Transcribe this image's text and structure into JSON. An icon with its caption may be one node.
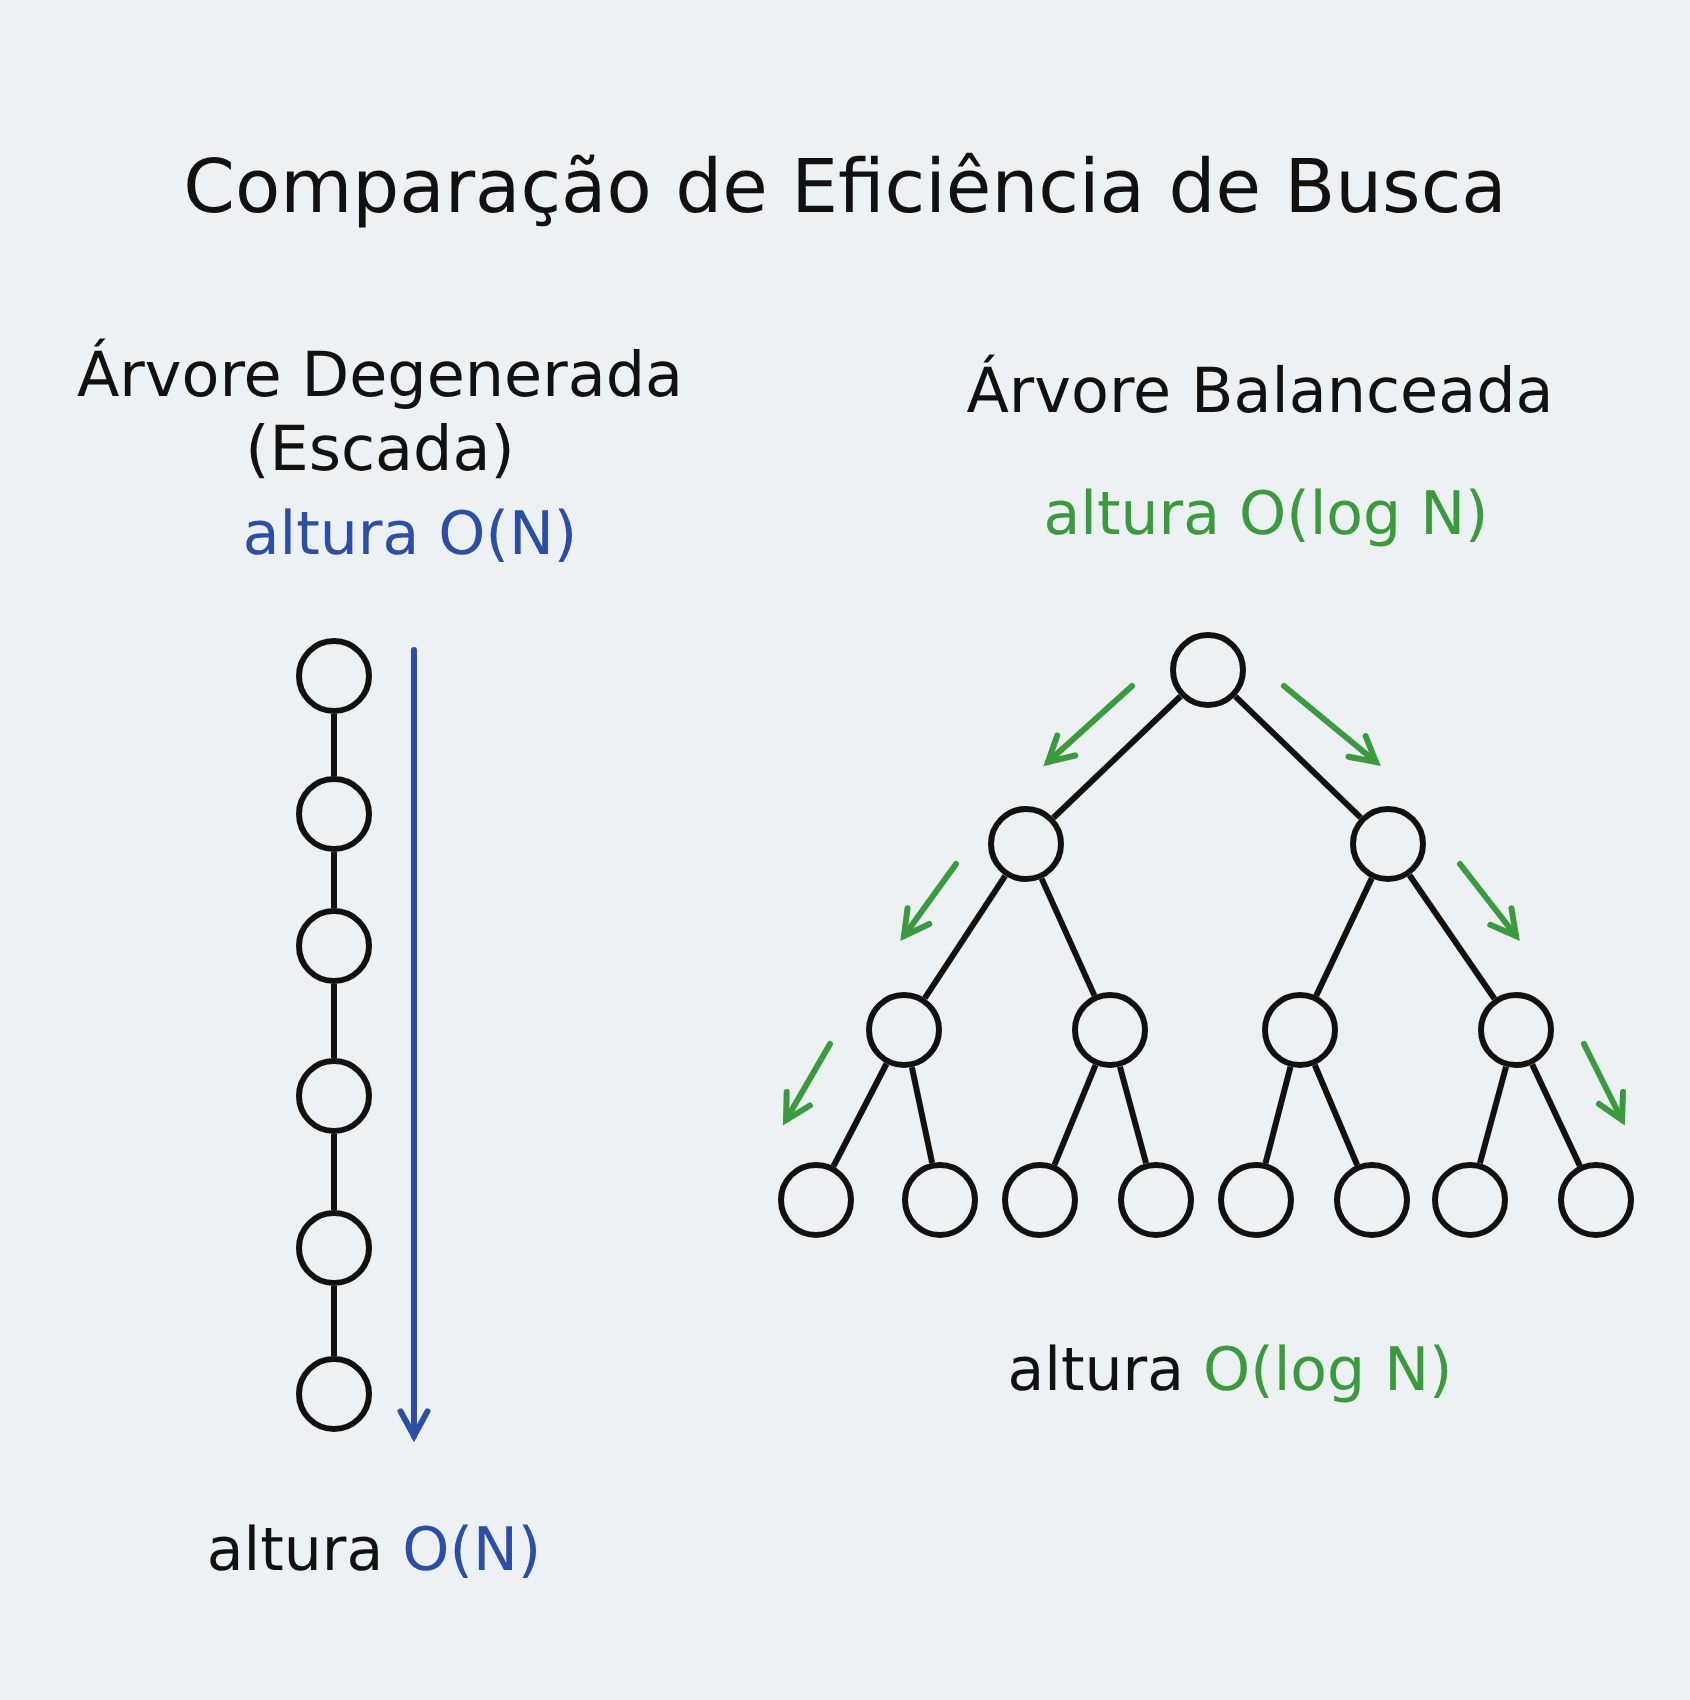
{
  "diagram": {
    "title": "Comparação de Eficiência de Busca",
    "nodes": [
      {
        "text": [],
        "shape": "circle"
      },
      {
        "text": [],
        "shape": "circle"
      },
      {
        "text": [],
        "shape": "circle"
      },
      {
        "text": [],
        "shape": "circle"
      },
      {
        "text": [],
        "shape": "circle"
      },
      {
        "text": [],
        "shape": "circle"
      },
      {
        "text": [],
        "shape": "circle"
      },
      {
        "text": [],
        "shape": "circle"
      },
      {
        "text": [],
        "shape": "circle"
      },
      {
        "text": [],
        "shape": "circle"
      },
      {
        "text": [],
        "shape": "circle"
      },
      {
        "text": [],
        "shape": "circle"
      },
      {
        "text": [],
        "shape": "circle"
      },
      {
        "text": [],
        "shape": "circle"
      },
      {
        "text": [],
        "shape": "circle"
      },
      {
        "text": [],
        "shape": "circle"
      },
      {
        "text": [],
        "shape": "circle"
      },
      {
        "text": [],
        "shape": "circle"
      },
      {
        "text": [],
        "shape": "circle"
      },
      {
        "text": [],
        "shape": "circle"
      },
      {
        "text": [],
        "shape": "circle"
      }
    ],
    "edges": [
      {
        "from": 0,
        "to": 1,
        "arrow": "none"
      },
      {
        "from": 1,
        "to": 2,
        "arrow": "none"
      },
      {
        "from": 2,
        "to": 3,
        "arrow": "none"
      },
      {
        "from": 3,
        "to": 4,
        "arrow": "none"
      },
      {
        "from": 4,
        "to": 5,
        "arrow": "none"
      },
      {
        "from": 6,
        "to": 7,
        "arrow": "none"
      },
      {
        "from": 6,
        "to": 8,
        "arrow": "none"
      },
      {
        "from": 7,
        "to": 9,
        "arrow": "none"
      },
      {
        "from": 7,
        "to": 10,
        "arrow": "none"
      },
      {
        "from": 8,
        "to": 11,
        "arrow": "none"
      },
      {
        "from": 8,
        "to": 12,
        "arrow": "none"
      },
      {
        "from": 9,
        "to": 13,
        "arrow": "none"
      },
      {
        "from": 9,
        "to": 14,
        "arrow": "none"
      },
      {
        "from": 10,
        "to": 15,
        "arrow": "none"
      },
      {
        "from": 10,
        "to": 16,
        "arrow": "none"
      },
      {
        "from": 11,
        "to": 17,
        "arrow": "none"
      },
      {
        "from": 11,
        "to": 18,
        "arrow": "none"
      },
      {
        "from": 12,
        "to": 19,
        "arrow": "none"
      },
      {
        "from": 12,
        "to": 20,
        "arrow": "none"
      }
    ],
    "labels": [
      "Árvore Degenerada (Escada)",
      "altura O(N)",
      "Árvore Balanceada",
      "altura O(log N)",
      "altura O(log N)",
      "altura O(N)"
    ]
  }
}
